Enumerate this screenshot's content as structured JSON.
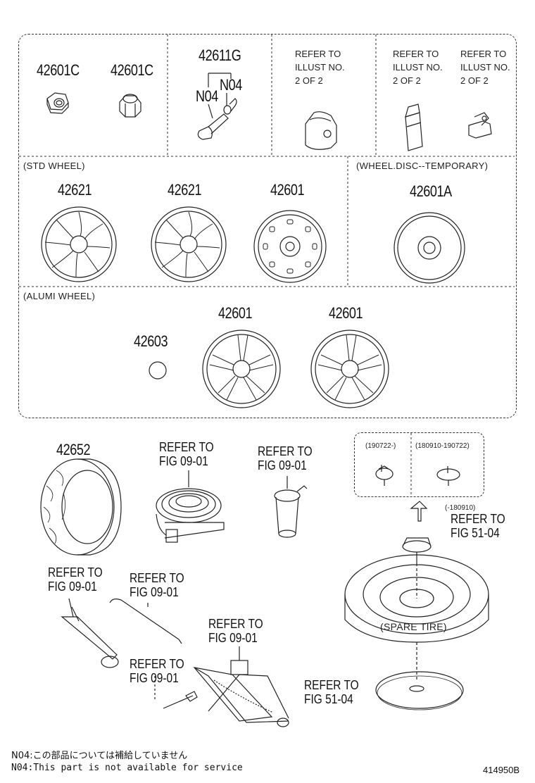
{
  "labels": {
    "p_42601c_a": "42601C",
    "p_42601c_b": "42601C",
    "p_42611g": "42611G",
    "p_n04_a": "N04",
    "p_n04_b": "N04",
    "refer_illust_1": "REFER TO\nILLUST NO.\n2 OF 2",
    "refer_illust_2": "REFER TO\nILLUST NO.\n2 OF 2",
    "refer_illust_3": "REFER TO\nILLUST NO.\n2 OF 2",
    "p_42621_a": "42621",
    "p_42621_b": "42621",
    "p_42601_std": "42601",
    "p_42601a": "42601A",
    "p_42603": "42603",
    "p_42601_alu_a": "42601",
    "p_42601_alu_b": "42601",
    "p_42652": "42652",
    "ref_fig_0901_a": "REFER TO\nFIG 09-01",
    "ref_fig_0901_b": "REFER TO\nFIG 09-01",
    "ref_fig_0901_c": "REFER TO\nFIG 09-01",
    "ref_fig_0901_d": "REFER TO\nFIG 09-01",
    "ref_fig_0901_e": "REFER TO\nFIG 09-01",
    "ref_fig_0901_f": "REFER TO\nFIG 09-01",
    "ref_fig_5104_a": "REFER TO\nFIG 51-04",
    "ref_fig_5104_b": "REFER TO\nFIG 51-04",
    "spare_tire": "(SPARE TIRE)"
  },
  "sections": {
    "std_wheel": "(STD WHEEL)",
    "temporary": "(WHEEL.DISC--TEMPORARY)",
    "alumi_wheel": "(ALUMI WHEEL)"
  },
  "dates": {
    "d1": "(190722-)",
    "d2": "(180910-190722)",
    "d3": "(-180910)"
  },
  "notes": {
    "jp": "N04:この部品については補給していません",
    "en": "N04:This part is not available for service"
  },
  "figure_id": "414950B"
}
